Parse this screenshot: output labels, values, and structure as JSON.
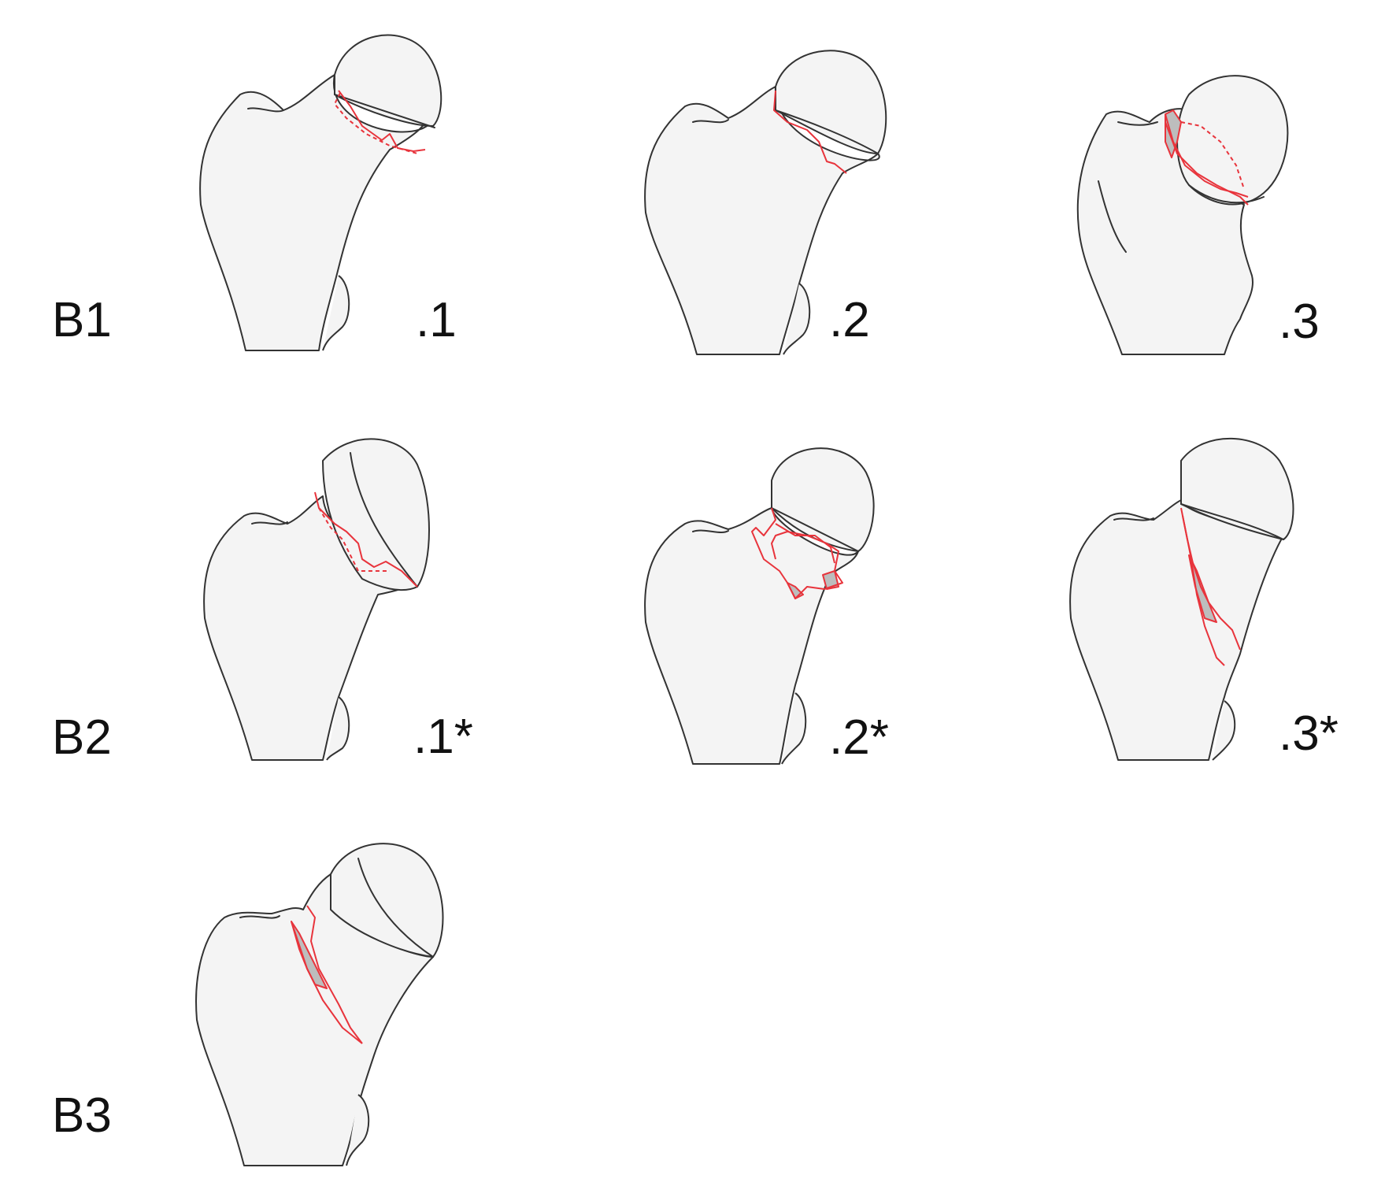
{
  "rows": [
    {
      "label": "B1",
      "subtypes": [
        ".1",
        ".2",
        ".3"
      ]
    },
    {
      "label": "B2",
      "subtypes": [
        ".1*",
        ".2*",
        ".3*"
      ]
    },
    {
      "label": "B3",
      "subtypes": []
    }
  ],
  "colors": {
    "bone_fill": "#f4f4f4",
    "bone_outline": "#333333",
    "fracture_line": "#e8343c",
    "displaced_gap": "#bdbdbd"
  }
}
